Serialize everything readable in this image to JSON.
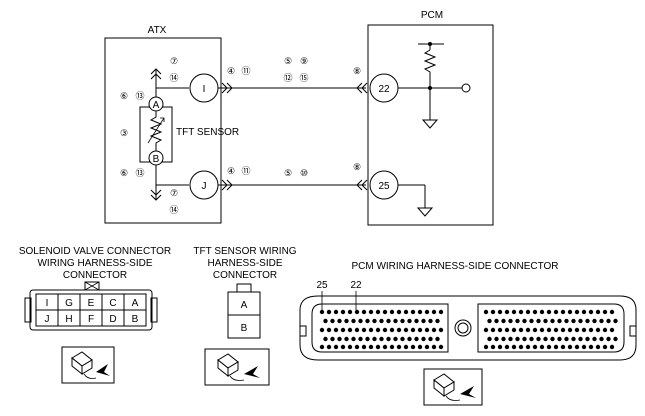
{
  "modules": {
    "atx": "ATX",
    "pcm": "PCM"
  },
  "sensor_label": "TFT SENSOR",
  "terminals": {
    "I": "I",
    "J": "J",
    "A": "A",
    "B": "B",
    "p22": "22",
    "p25": "25"
  },
  "refs": {
    "r7a": "⑦",
    "r14a": "⑭",
    "r6a": "⑥",
    "r13a": "⑬",
    "r4a": "④",
    "r11a": "⑪",
    "r5a": "⑤",
    "r9": "⑨",
    "r12": "⑫",
    "r15": "⑮",
    "r8a": "⑧",
    "r3": "③",
    "r6b": "⑥",
    "r13b": "⑬",
    "r4b": "④",
    "r11b": "⑪",
    "r5b": "⑤",
    "r10": "⑩",
    "r8b": "⑧",
    "r7b": "⑦",
    "r14b": "⑭"
  },
  "connectors": {
    "solenoid": {
      "title_lines": [
        "SOLENOID VALVE CONNECTOR",
        "WIRING HARNESS-SIDE",
        "CONNECTOR"
      ],
      "top_row": [
        "I",
        "G",
        "E",
        "C",
        "A"
      ],
      "bottom_row": [
        "J",
        "H",
        "F",
        "D",
        "B"
      ]
    },
    "tft": {
      "title_lines": [
        "TFT SENSOR WIRING",
        "HARNESS-SIDE",
        "CONNECTOR"
      ],
      "pins": [
        "A",
        "B"
      ]
    },
    "pcm": {
      "title": "PCM WIRING HARNESS-SIDE CONNECTOR",
      "pin_labels": [
        "25",
        "22"
      ]
    }
  }
}
